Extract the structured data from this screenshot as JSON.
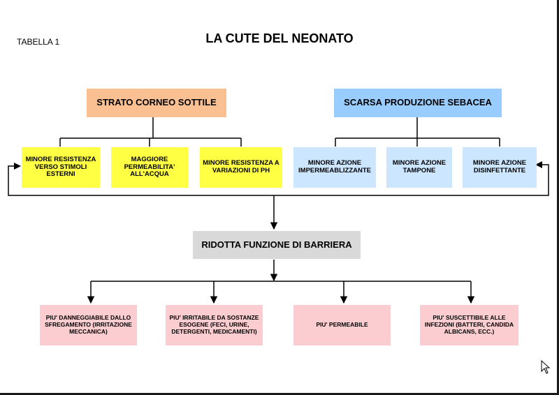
{
  "table_label": "TABELLA 1",
  "title": "LA CUTE DEL NEONATO",
  "left_header": "STRATO CORNEO SOTTILE",
  "right_header": "SCARSA PRODUZIONE SEBACEA",
  "left_items": [
    "MINORE RESISTENZA VERSO STIMOLI ESTERNI",
    "MAGGIORE PERMEABILITA' ALL'ACQUA",
    "MINORE RESISTENZA A VARIAZIONI DI PH"
  ],
  "right_items": [
    "MINORE AZIONE IMPERMEABLIZZANTE",
    "MINORE AZIONE TAMPONE",
    "MINORE AZIONE DISINFETTANTE"
  ],
  "center_box": "RIDOTTA FUNZIONE DI BARRIERA",
  "outcomes": [
    "PIU' DANNEGGIABILE DALLO SFREGAMENTO (IRRITAZIONE MECCANICA)",
    "PIU' IRRITABILE DA SOSTANZE ESOGENE (FECI, URINE, DETERGENTI, MEDICAMENTI)",
    "PIU' PERMEABILE",
    "PIU' SUSCETTIBILE ALLE INFEZIONI (BATTERI, CANDIDA ALBICANS, ECC.)"
  ],
  "colors": {
    "left_header": "#fbc092",
    "right_header": "#99ccff",
    "left_items": "#ffff44",
    "right_items": "#cce6ff",
    "center_box": "#d9d9d9",
    "outcomes": "#fbcdd0"
  }
}
